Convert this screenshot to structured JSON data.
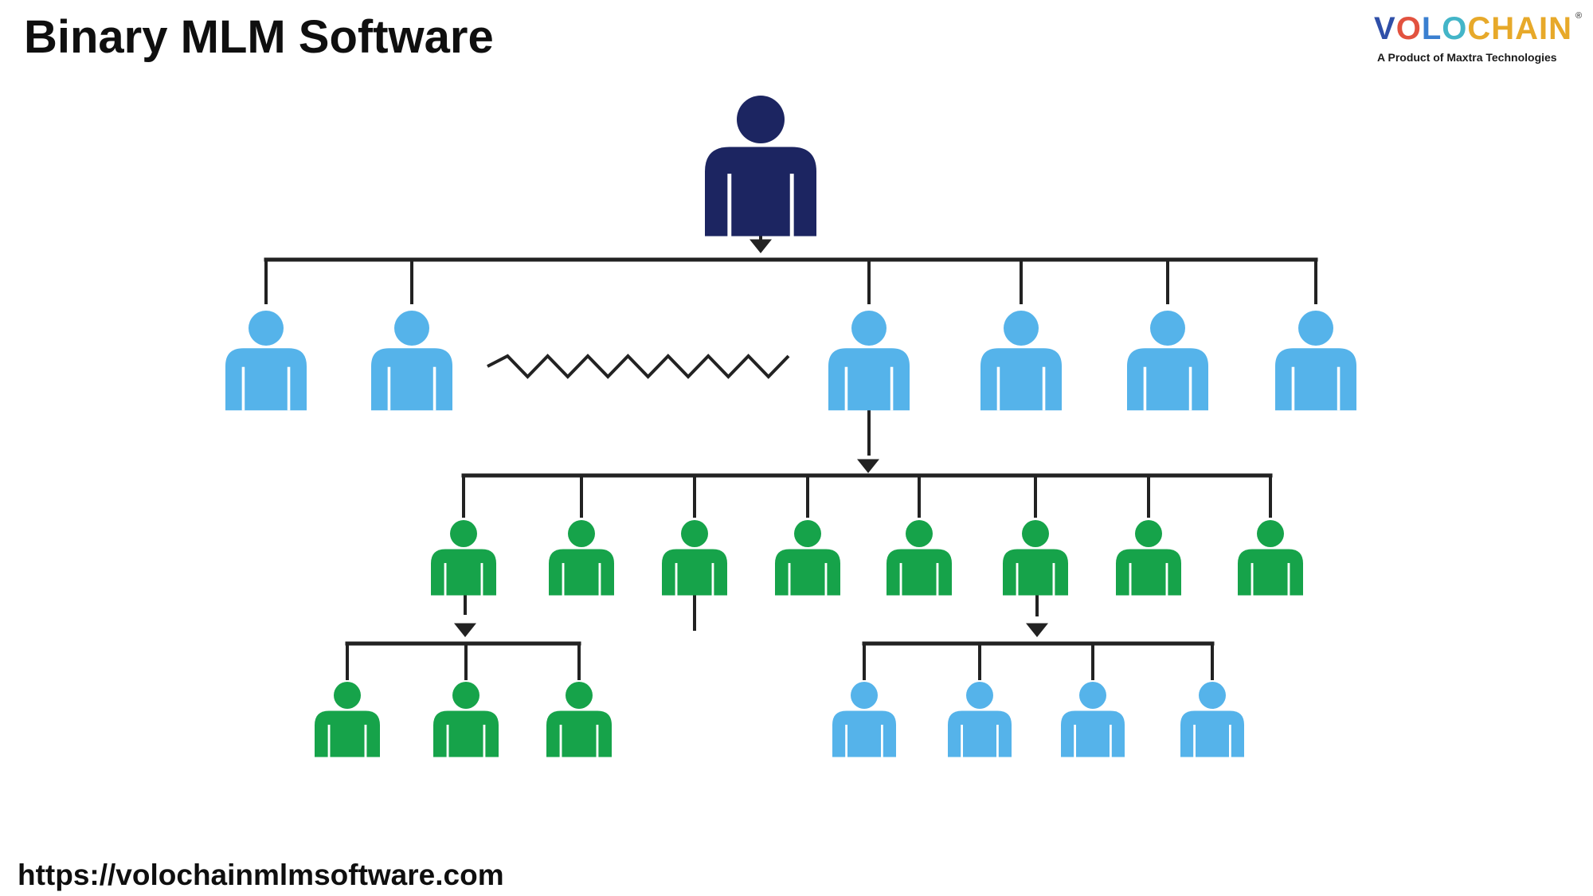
{
  "title": "Binary MLM Software",
  "url": "https://volochainmlmsoftware.com",
  "logo": {
    "wordmark": "VOLOCHAIN",
    "registered": "®",
    "tagline": "A Product of Maxtra Technologies",
    "letters": [
      {
        "ch": "V",
        "color": "#2f4fa8"
      },
      {
        "ch": "O",
        "color": "#e2523f"
      },
      {
        "ch": "L",
        "color": "#3a7fd0"
      },
      {
        "ch": "O",
        "color": "#43b5c8"
      },
      {
        "ch": "C",
        "color": "#e7a92a"
      },
      {
        "ch": "H",
        "color": "#e7a92a"
      },
      {
        "ch": "A",
        "color": "#e7a92a"
      },
      {
        "ch": "I",
        "color": "#e7a92a"
      },
      {
        "ch": "N",
        "color": "#e7a92a"
      }
    ]
  },
  "colors": {
    "root": "#1c2561",
    "level_blue": "#55b3ea",
    "level_green": "#16a34a",
    "connector": "#222222"
  },
  "tree": {
    "root": {
      "icon": "person-icon",
      "color": "root"
    },
    "level1": {
      "count": 6,
      "color": "level_blue",
      "has_gap_zigzag": true
    },
    "level2": {
      "count": 8,
      "color": "level_green"
    },
    "level3_left": {
      "count": 3,
      "color": "level_green"
    },
    "level3_right": {
      "count": 4,
      "color": "level_blue"
    }
  }
}
